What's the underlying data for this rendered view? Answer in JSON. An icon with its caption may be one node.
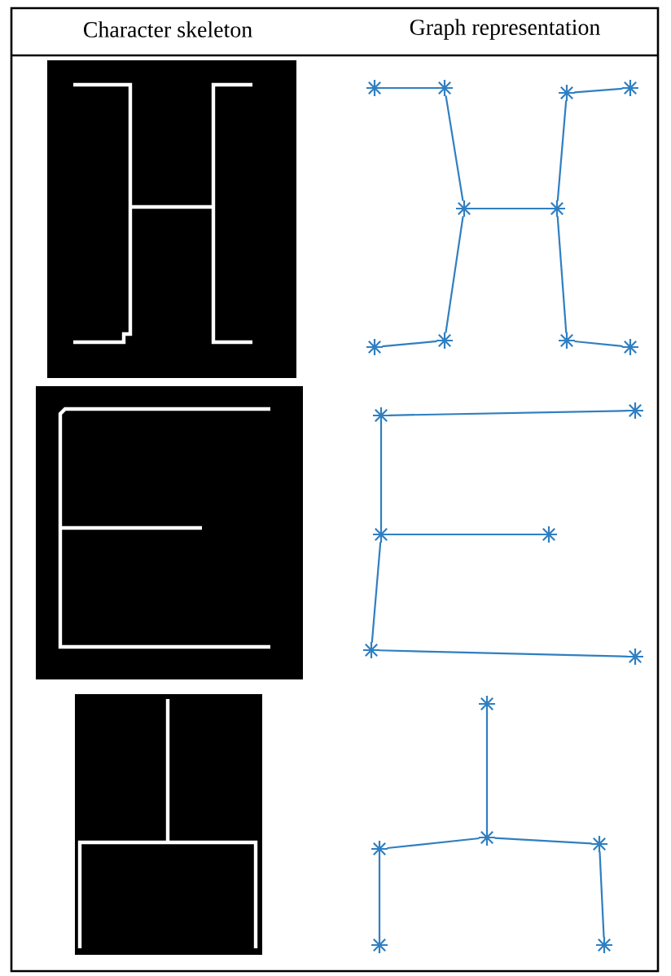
{
  "diagram": {
    "nodes": [
      {
        "text": [],
        "shape": "asterisk"
      },
      {
        "text": [],
        "shape": "asterisk"
      },
      {
        "text": [],
        "shape": "asterisk"
      },
      {
        "text": [],
        "shape": "asterisk"
      },
      {
        "text": [],
        "shape": "asterisk"
      },
      {
        "text": [],
        "shape": "asterisk"
      },
      {
        "text": [],
        "shape": "asterisk"
      },
      {
        "text": [],
        "shape": "asterisk"
      },
      {
        "text": [],
        "shape": "asterisk"
      },
      {
        "text": [],
        "shape": "asterisk"
      },
      {
        "text": [],
        "shape": "asterisk"
      },
      {
        "text": [],
        "shape": "asterisk"
      },
      {
        "text": [],
        "shape": "asterisk"
      },
      {
        "text": [],
        "shape": "asterisk"
      },
      {
        "text": [],
        "shape": "asterisk"
      },
      {
        "text": [],
        "shape": "asterisk"
      },
      {
        "text": [],
        "shape": "asterisk"
      },
      {
        "text": [],
        "shape": "asterisk"
      },
      {
        "text": [],
        "shape": "asterisk"
      },
      {
        "text": [],
        "shape": "asterisk"
      },
      {
        "text": [],
        "shape": "asterisk"
      },
      {
        "text": [],
        "shape": "asterisk"
      }
    ],
    "edges": [
      {
        "from": 0,
        "to": 1,
        "arrow": "none"
      },
      {
        "from": 1,
        "to": 4,
        "arrow": "none"
      },
      {
        "from": 2,
        "to": 3,
        "arrow": "none"
      },
      {
        "from": 2,
        "to": 5,
        "arrow": "none"
      },
      {
        "from": 4,
        "to": 5,
        "arrow": "none"
      },
      {
        "from": 4,
        "to": 7,
        "arrow": "none"
      },
      {
        "from": 6,
        "to": 7,
        "arrow": "none"
      },
      {
        "from": 5,
        "to": 8,
        "arrow": "none"
      },
      {
        "from": 8,
        "to": 9,
        "arrow": "none"
      },
      {
        "from": 10,
        "to": 11,
        "arrow": "none"
      },
      {
        "from": 10,
        "to": 12,
        "arrow": "none"
      },
      {
        "from": 12,
        "to": 13,
        "arrow": "none"
      },
      {
        "from": 12,
        "to": 14,
        "arrow": "none"
      },
      {
        "from": 14,
        "to": 15,
        "arrow": "none"
      },
      {
        "from": 16,
        "to": 18,
        "arrow": "none"
      },
      {
        "from": 17,
        "to": 18,
        "arrow": "none"
      },
      {
        "from": 18,
        "to": 19,
        "arrow": "none"
      },
      {
        "from": 17,
        "to": 20,
        "arrow": "none"
      },
      {
        "from": 19,
        "to": 21,
        "arrow": "none"
      }
    ],
    "labels": [
      "Character skeleton",
      "Graph representation"
    ]
  }
}
